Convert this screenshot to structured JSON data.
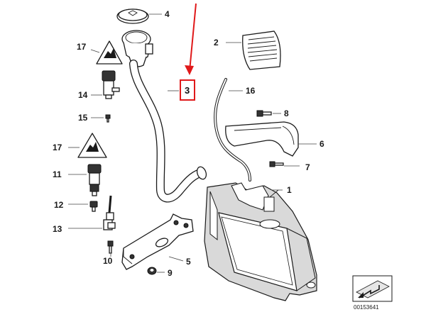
{
  "callouts": {
    "c1": "1",
    "c2": "2",
    "c3": "3",
    "c4": "4",
    "c5": "5",
    "c6": "6",
    "c7": "7",
    "c8": "8",
    "c9": "9",
    "c10": "10",
    "c11": "11",
    "c12": "12",
    "c13": "13",
    "c14": "14",
    "c15": "15",
    "c16": "16",
    "c17a": "17",
    "c17b": "17"
  },
  "highlight": {
    "label": "3",
    "color": "#e0191a"
  },
  "reference_number": "00153641"
}
